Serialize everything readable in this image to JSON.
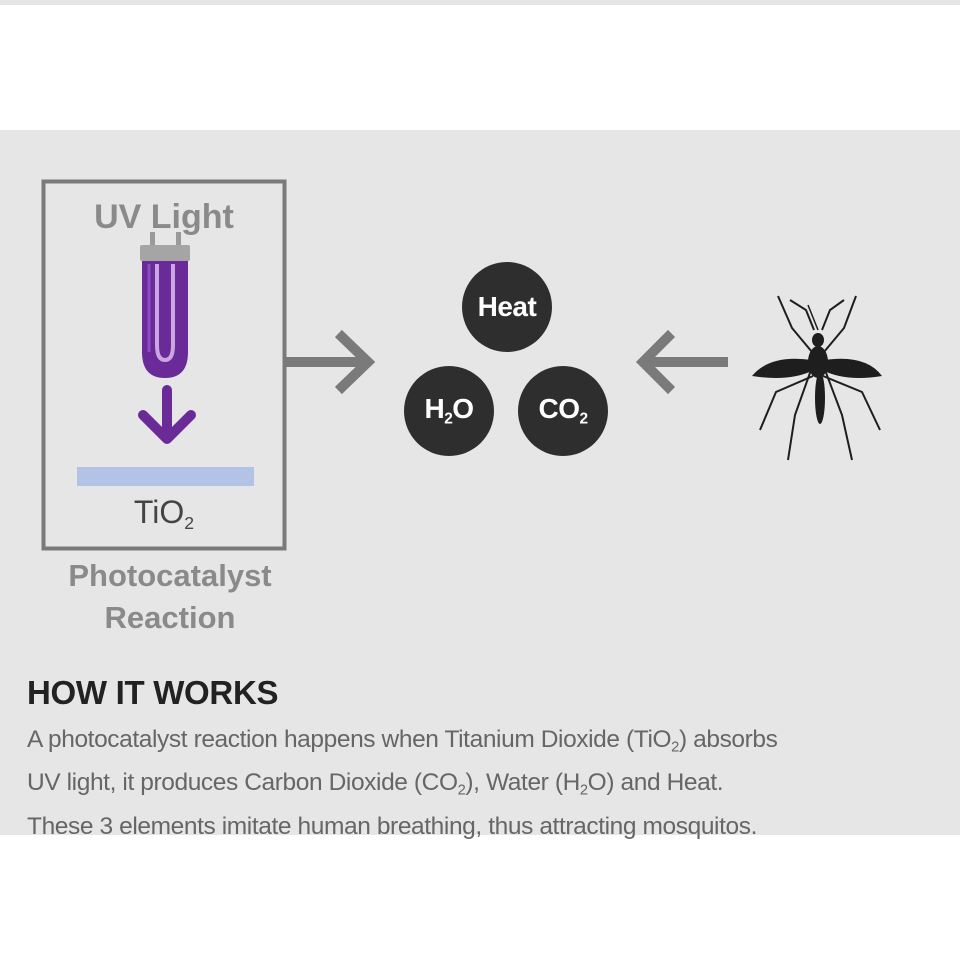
{
  "diagram": {
    "uv_label": "UV Light",
    "tio2": {
      "base": "TiO",
      "sub": "2"
    },
    "reaction_label": [
      "Photocatalyst",
      "Reaction"
    ],
    "outputs": {
      "heat": "Heat",
      "h2o": {
        "pre": "H",
        "sub": "2",
        "post": "O"
      },
      "co2": {
        "pre": "CO",
        "sub": "2"
      }
    },
    "colors": {
      "panel": "#e6e6e6",
      "box_border": "#7a7a7a",
      "uv_tube": "#6a2b98",
      "tio2_plate": "#b3c3e6",
      "arrow_gray": "#7a7a7a",
      "circle": "#2e2e2e"
    },
    "icons": [
      "uv-lamp-icon",
      "down-arrow-icon",
      "right-arrow-icon",
      "left-arrow-icon",
      "mosquito-icon"
    ]
  },
  "how_it_works": {
    "title": "HOW IT WORKS",
    "line1": {
      "a": "A photocatalyst reaction happens when Titanium Dioxide (TiO",
      "sub": "2",
      "b": ") absorbs"
    },
    "line2": {
      "a": "UV light, it produces Carbon Dioxide (CO",
      "sub1": "2",
      "b": "), Water (H",
      "sub2": "2",
      "c": "O) and Heat."
    },
    "line3": "These 3 elements imitate human breathing, thus attracting mosquitos."
  }
}
